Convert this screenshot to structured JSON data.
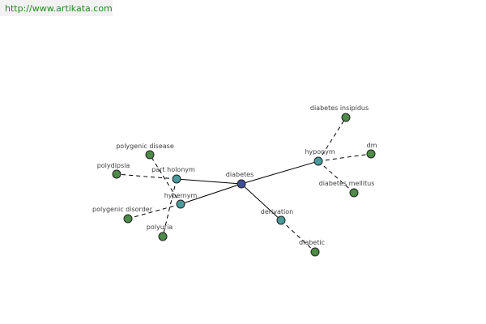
{
  "header": {
    "url": "http://www.artikata.com"
  },
  "colors": {
    "center_node": "#3d4f99",
    "relation_node": "#4a9a9c",
    "leaf_node": "#4e8a48",
    "edge": "#000000",
    "url_text": "#1f8a1f"
  },
  "nodes": {
    "diabetes": "diabetes",
    "hyponym": "hyponym",
    "part_holonym": "part holonym",
    "hypernym": "hypernym",
    "derivation": "derivation",
    "diabetes_insipidus": "diabetes insipidus",
    "dm": "dm",
    "diabetes_mellitus": "diabetes mellitus",
    "polygenic_disease": "polygenic disease",
    "polydipsia": "polydipsia",
    "polygenic_disorder": "polygenic disorder",
    "polyuria": "polyuria",
    "diabetic": "diabetic"
  }
}
